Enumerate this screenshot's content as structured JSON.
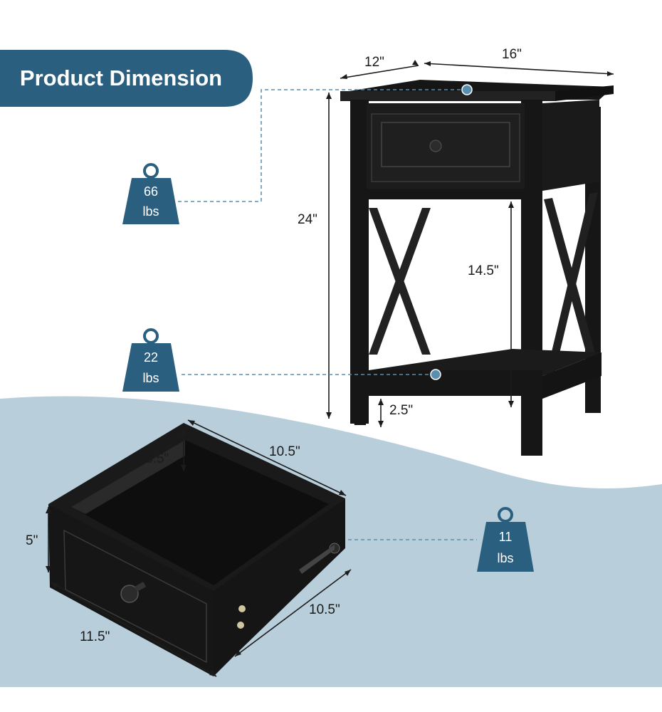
{
  "header": {
    "title": "Product Dimension"
  },
  "colors": {
    "banner": "#2a5f80",
    "badge": "#2a5f80",
    "furniture": "#161616",
    "guide": "#5a8eb0",
    "bottom_bg": "#b9cedb"
  },
  "table": {
    "depth": "12\"",
    "width": "16\"",
    "height": "24\"",
    "shelf_clearance": "14.5\"",
    "leg_clearance": "2.5\""
  },
  "drawer": {
    "inner_depth": "3.5\"",
    "inner_length": "10.5\"",
    "height": "5\"",
    "width": "11.5\"",
    "side_length": "10.5\""
  },
  "weights": [
    {
      "value": "66",
      "unit": "lbs",
      "icon": "weight-icon"
    },
    {
      "value": "22",
      "unit": "lbs",
      "icon": "weight-icon"
    },
    {
      "value": "11",
      "unit": "lbs",
      "icon": "weight-icon"
    }
  ]
}
